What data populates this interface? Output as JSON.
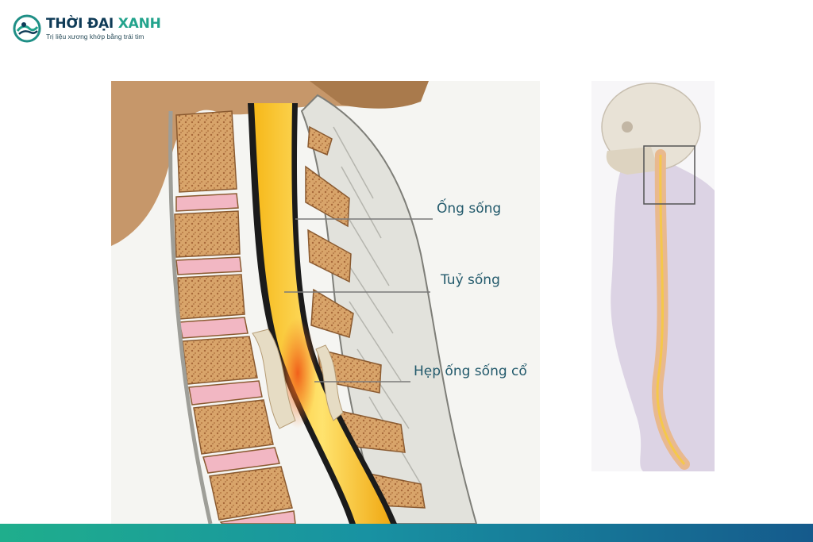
{
  "brand": {
    "name_part1": "THỜI ĐẠI",
    "name_part2": "XANH",
    "tagline": "Trị liệu xương khớp bằng trái tim"
  },
  "diagram": {
    "labels": {
      "spinal_canal": "Ống sống",
      "spinal_cord": "Tuỷ sống",
      "cervical_stenosis": "Hẹp ống sống cổ"
    }
  },
  "colors": {
    "brand_dark": "#0f3b57",
    "brand_green": "#22a38c",
    "label_text": "#235a6c",
    "bar_start": "#1fae8c",
    "bar_end": "#155a8c"
  }
}
